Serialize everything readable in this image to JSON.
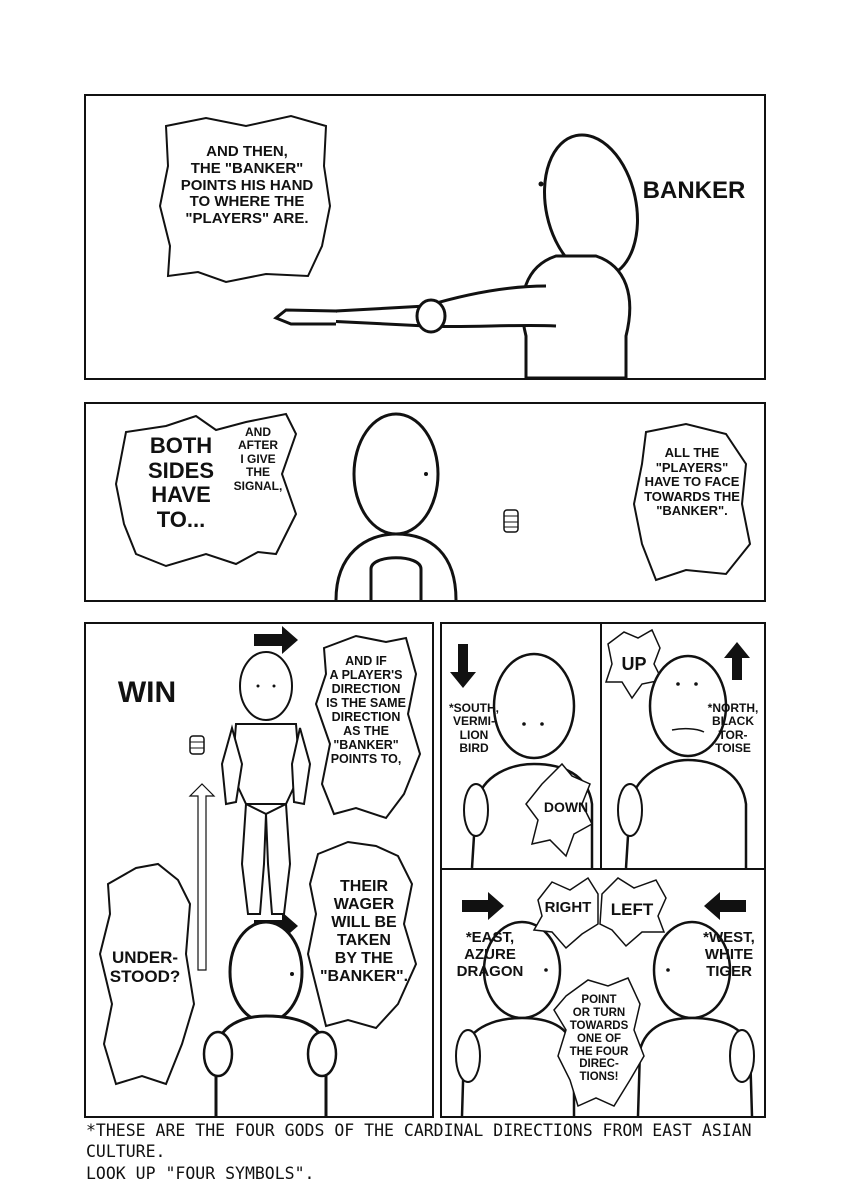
{
  "panel1": {
    "narration": "AND THEN,\nTHE \"BANKER\"\nPOINTS HIS HAND\nTO WHERE THE\n\"PLAYERS\" ARE.",
    "label": "BANKER"
  },
  "panel2": {
    "left_big": "BOTH\nSIDES\nHAVE\nTO...",
    "left_small": "AND\nAFTER\nI GIVE\nTHE\nSIGNAL,",
    "right": "ALL THE\n\"PLAYERS\"\nHAVE TO FACE\nTOWARDS THE\n\"BANKER\"."
  },
  "panel3": {
    "win_label": "WIN",
    "if_text": "AND IF\nA PLAYER'S\nDIRECTION\nIS THE SAME\nDIRECTION\nAS THE\n\"BANKER\"\nPOINTS TO,",
    "wager_text": "THEIR\nWAGER\nWILL BE\nTAKEN\nBY THE\n\"BANKER\".",
    "understood_text": "UNDER-\nSTOOD?"
  },
  "panel4": {
    "south_label": "*SOUTH,\nVERMI-\nLION\nBIRD",
    "down_text": "DOWN"
  },
  "panel5": {
    "up_text": "UP",
    "north_label": "*NORTH,\nBLACK\nTOR-\nTOISE"
  },
  "panel6": {
    "right_text": "RIGHT",
    "left_text": "LEFT",
    "east_label": "*EAST,\nAZURE\nDRAGON",
    "west_label": "*WEST,\nWHITE\nTIGER",
    "point_text": "POINT\nOR TURN\nTOWARDS\nONE OF\nTHE FOUR\nDIREC-\nTIONS!"
  },
  "footnote": "*THESE ARE THE FOUR GODS OF THE CARDINAL DIRECTIONS FROM EAST ASIAN CULTURE.\n LOOK UP \"FOUR SYMBOLS\"."
}
